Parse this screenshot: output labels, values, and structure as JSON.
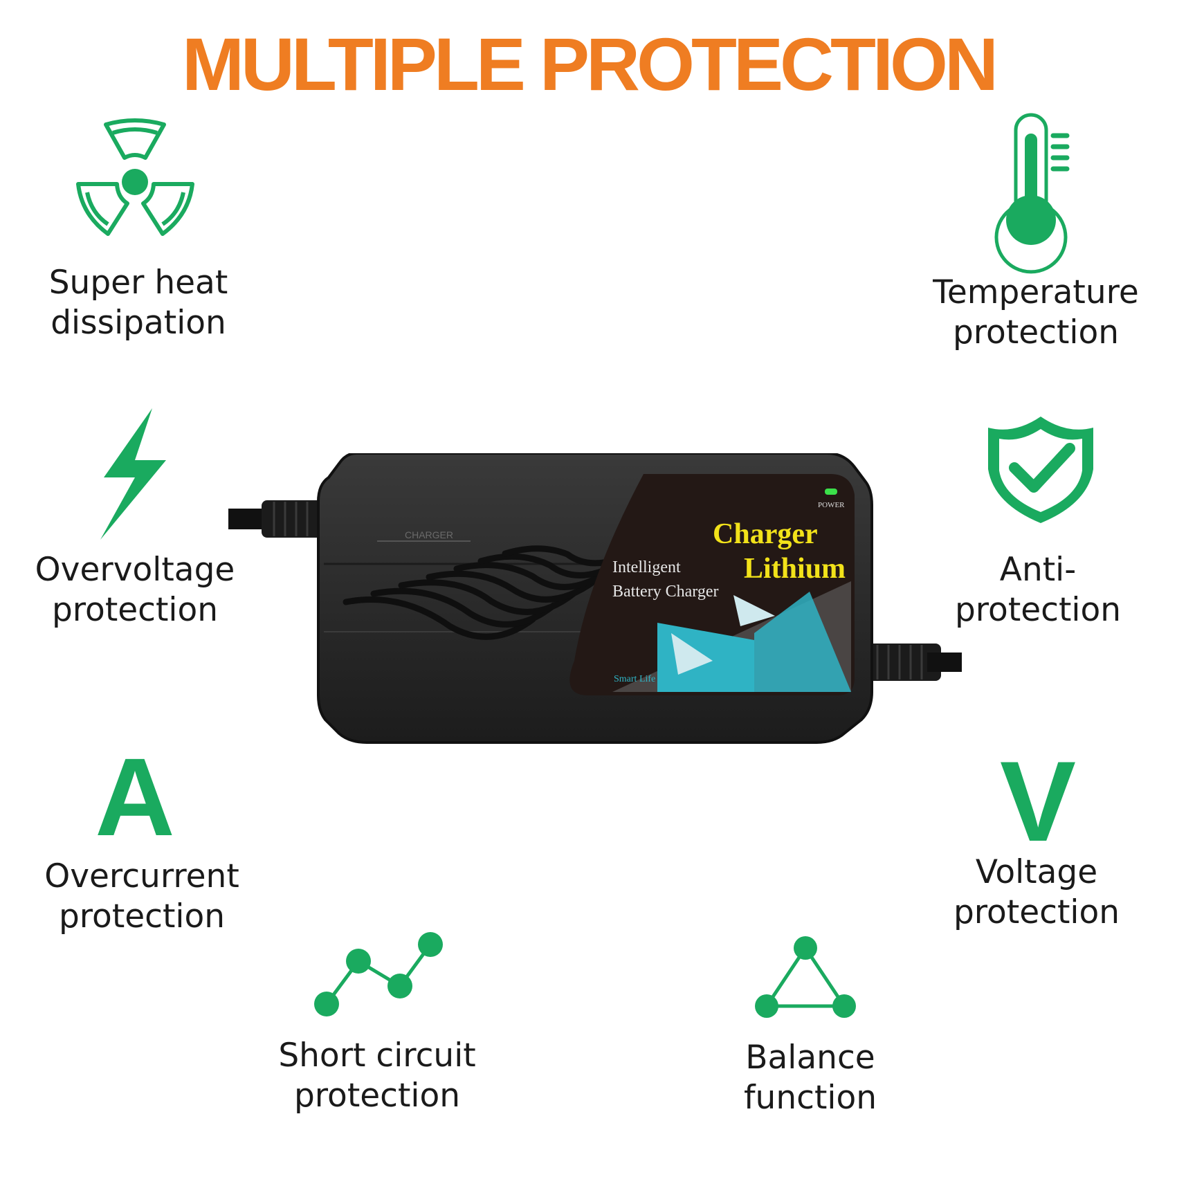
{
  "title": "MULTIPLE PROTECTION",
  "colors": {
    "title": "#ef7d22",
    "icon_green": "#1aaa5f",
    "label": "#1a1a1a",
    "charger_body": "#2a2a2a",
    "charger_panel": "#231815",
    "charger_accent": "#2fb3c4",
    "charger_title": "#f2e21a"
  },
  "features": [
    {
      "id": "heat",
      "icon": "fan-icon",
      "line1": "Super heat",
      "line2": "dissipation"
    },
    {
      "id": "temperature",
      "icon": "thermometer-icon",
      "line1": "Temperature",
      "line2": "protection"
    },
    {
      "id": "overvoltage",
      "icon": "lightning-icon",
      "line1": "Overvoltage",
      "line2": "protection"
    },
    {
      "id": "anti",
      "icon": "shield-check-icon",
      "line1": "Anti-",
      "line2": "protection"
    },
    {
      "id": "overcurrent",
      "icon": "ampere-icon",
      "glyph": "A",
      "line1": "Overcurrent",
      "line2": "protection"
    },
    {
      "id": "voltage",
      "icon": "volt-icon",
      "glyph": "V",
      "line1": "Voltage",
      "line2": "protection"
    },
    {
      "id": "short_circuit",
      "icon": "network-line-icon",
      "line1": "Short circuit",
      "line2": "protection"
    },
    {
      "id": "balance",
      "icon": "triangle-nodes-icon",
      "line1": "Balance",
      "line2": "function"
    }
  ],
  "charger": {
    "body_label": "CHARGER",
    "led_label": "POWER",
    "brand_line1": "Charger",
    "brand_line2": "Lithium",
    "desc_line1": "Intelligent",
    "desc_line2": "Battery Charger",
    "tagline": "Smart Life"
  }
}
